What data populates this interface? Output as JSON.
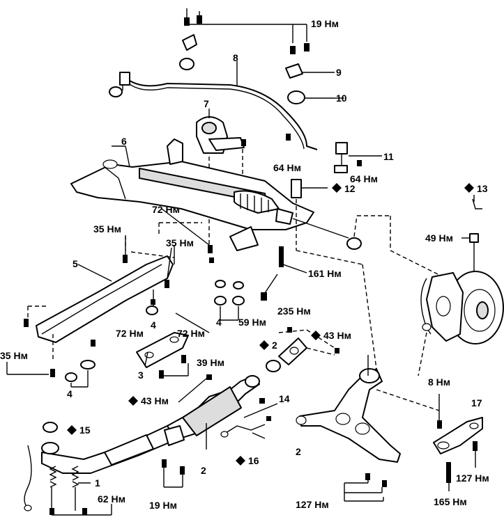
{
  "labels": [
    {
      "id": "l19a",
      "text": "19 Нм"
    },
    {
      "id": "l9",
      "text": "9"
    },
    {
      "id": "l8",
      "text": "8"
    },
    {
      "id": "l10",
      "text": "10"
    },
    {
      "id": "l7",
      "text": "7"
    },
    {
      "id": "l6",
      "text": "6"
    },
    {
      "id": "l11",
      "text": "11"
    },
    {
      "id": "l64a",
      "text": "64 Нм"
    },
    {
      "id": "l64b",
      "text": "64 Нм"
    },
    {
      "id": "l12",
      "text": "12"
    },
    {
      "id": "l13",
      "text": "13"
    },
    {
      "id": "l72a",
      "text": "72 Нм"
    },
    {
      "id": "l35a",
      "text": "35 Нм"
    },
    {
      "id": "l35b",
      "text": "35 Нм"
    },
    {
      "id": "l49",
      "text": "49 Нм"
    },
    {
      "id": "l5",
      "text": "5"
    },
    {
      "id": "l161",
      "text": "161 Нм"
    },
    {
      "id": "l235",
      "text": "235 Нм"
    },
    {
      "id": "l4a",
      "text": "4"
    },
    {
      "id": "l59",
      "text": "59 Нм"
    },
    {
      "id": "l4b",
      "text": "4"
    },
    {
      "id": "l72b",
      "text": "72 Нм"
    },
    {
      "id": "l72c",
      "text": "72 Нм"
    },
    {
      "id": "l2a",
      "text": "2"
    },
    {
      "id": "l43a",
      "text": "43 Нм"
    },
    {
      "id": "l35c",
      "text": "35 Нм"
    },
    {
      "id": "l39",
      "text": "39 Нм"
    },
    {
      "id": "l3",
      "text": "3"
    },
    {
      "id": "l4c",
      "text": "4"
    },
    {
      "id": "l8nm",
      "text": "8 Нм"
    },
    {
      "id": "l17",
      "text": "17"
    },
    {
      "id": "l43b",
      "text": "43 Нм"
    },
    {
      "id": "l14",
      "text": "14"
    },
    {
      "id": "l2b",
      "text": "2"
    },
    {
      "id": "l15",
      "text": "15"
    },
    {
      "id": "l2c",
      "text": "2"
    },
    {
      "id": "l16",
      "text": "16"
    },
    {
      "id": "l1",
      "text": "1"
    },
    {
      "id": "l127a",
      "text": "127 Нм"
    },
    {
      "id": "l62",
      "text": "62 Нм"
    },
    {
      "id": "l19b",
      "text": "19 Нм"
    },
    {
      "id": "l127b",
      "text": "127 Нм"
    },
    {
      "id": "l165",
      "text": "165 Нм"
    }
  ]
}
